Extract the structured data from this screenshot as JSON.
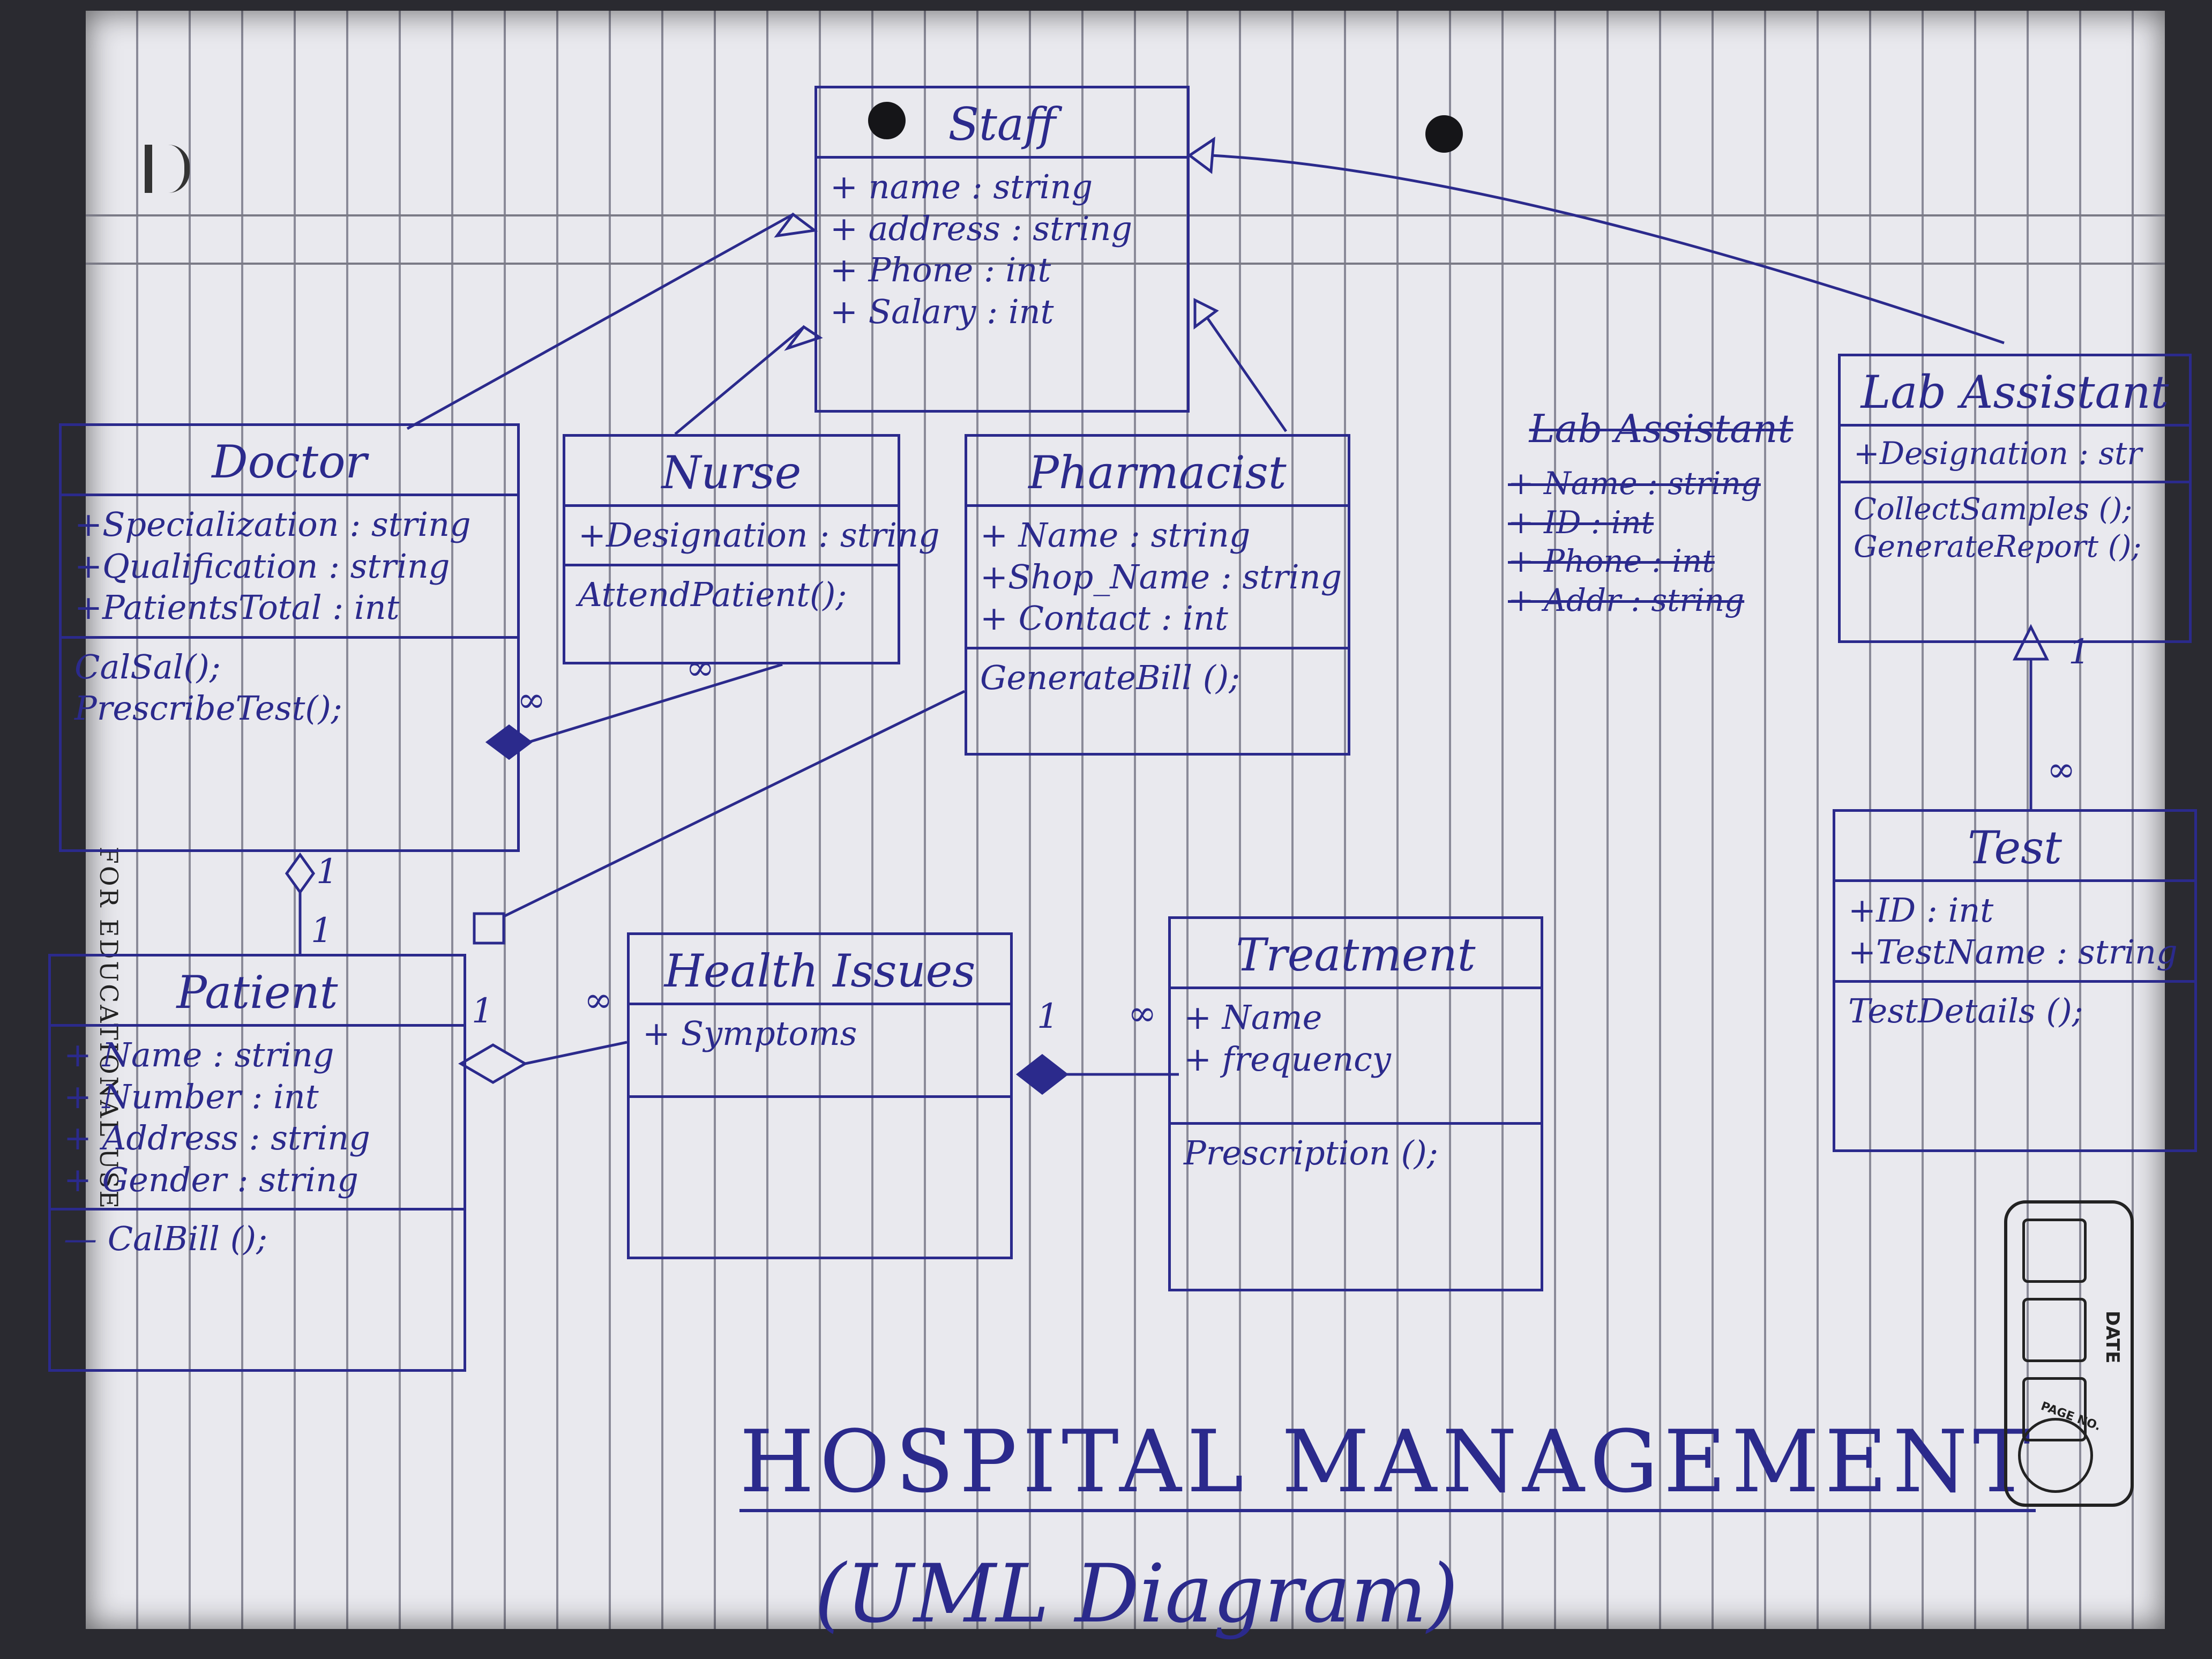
{
  "diagram": {
    "heading": "HOSPITAL MANAGEMENT",
    "subheading": "(UML Diagram)",
    "side_text": "FOR EDUCATIONAL USE",
    "stamp": {
      "date_label": "DATE",
      "page_label": "PAGE NO."
    },
    "classes": {
      "staff": {
        "title": "Staff",
        "attributes": [
          "+ name : string",
          "+ address : string",
          "+ Phone : int",
          "+ Salary : int"
        ],
        "operations": []
      },
      "doctor": {
        "title": "Doctor",
        "attributes": [
          "+Specialization : string",
          "+Qualification : string",
          "+PatientsTotal : int"
        ],
        "operations": [
          "CalSal();",
          "PrescribeTest();"
        ]
      },
      "nurse": {
        "title": "Nurse",
        "attributes": [
          "+Designation : string"
        ],
        "operations": [
          "AttendPatient();"
        ]
      },
      "pharmacist": {
        "title": "Pharmacist",
        "attributes": [
          "+ Name : string",
          "+Shop_Name : string",
          "+ Contact : int"
        ],
        "operations": [
          "GenerateBill ();"
        ]
      },
      "lab_assistant_struck": {
        "title": "Lab Assistant",
        "attributes": [
          "+ Name : string",
          "+ ID : int",
          "+ Phone : int",
          "+ Addr : string"
        ]
      },
      "lab_assistant": {
        "title": "Lab Assistant",
        "attributes": [
          "+Designation : str"
        ],
        "operations": [
          "CollectSamples ();",
          "GenerateReport ();"
        ]
      },
      "test": {
        "title": "Test",
        "attributes": [
          "+ID : int",
          "+TestName : string"
        ],
        "operations": [
          "TestDetails ();"
        ]
      },
      "patient": {
        "title": "Patient",
        "attributes": [
          "+ Name : string",
          "+ Number : int",
          "+ Address : string",
          "+ Gender : string"
        ],
        "operations": [
          "— CalBill ();"
        ]
      },
      "health_issues": {
        "title": "Health Issues",
        "attributes": [
          "+ Symptoms"
        ],
        "operations": []
      },
      "treatment": {
        "title": "Treatment",
        "attributes": [
          "+ Name",
          "+ frequency"
        ],
        "operations": [
          "Prescription ();"
        ]
      }
    },
    "multiplicities": {
      "doctor_nurse": "∞",
      "nurse_doctor": "∞",
      "doctor_patient_top": "1",
      "doctor_patient_bottom": "1",
      "patient_pharmacist": "1",
      "patient_health": "∞",
      "health_treatment_left": "1",
      "health_treatment_right": "∞",
      "lab_test": "∞",
      "lab_test_top": "1"
    },
    "colors": {
      "ink": "#2b2a8c",
      "paper": "#e9e9ee",
      "rule_line": "#8a8a98"
    }
  }
}
